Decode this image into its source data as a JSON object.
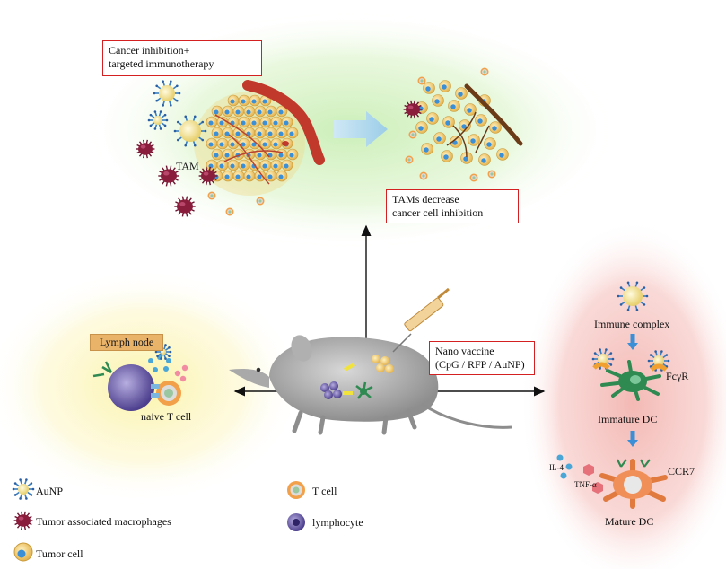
{
  "boxes": {
    "cancer_inhibition": [
      "Cancer inhibition+",
      "targeted immunotherapy"
    ],
    "tams_decrease": [
      "TAMs decrease",
      "cancer cell inhibition"
    ],
    "nano_vaccine": [
      "Nano vaccine",
      "(CpG / RFP / AuNP)"
    ]
  },
  "labels": {
    "tam": "TAM",
    "lymph_node": "Lymph node",
    "naive_t_cell": "naive T cell",
    "immune_complex": "Immune complex",
    "fcgr": "FcγR",
    "immature_dc": "Immature DC",
    "il4": "IL-4",
    "tnfa": "TNF-α",
    "ccr7": "CCR7",
    "mature_dc": "Mature DC"
  },
  "legend": [
    {
      "label": "AuNP",
      "icon": "aunp-icon"
    },
    {
      "label": "Tumor associated macrophages",
      "icon": "macrophage-icon"
    },
    {
      "label": "Tumor cell",
      "icon": "tumor-cell-icon"
    },
    {
      "label": "T cell",
      "icon": "t-cell-icon"
    },
    {
      "label": "lymphocyte",
      "icon": "lymphocyte-icon"
    }
  ],
  "colors": {
    "box_border": "#d42020",
    "macrophage": "#8a1d3c",
    "aunp": "#f4e6a0",
    "dendritic_cell": "#2f8a52",
    "lymphocyte": "#6a5aa8",
    "tumor_cell": "#e9c46a",
    "vessel": "#c0392b"
  }
}
